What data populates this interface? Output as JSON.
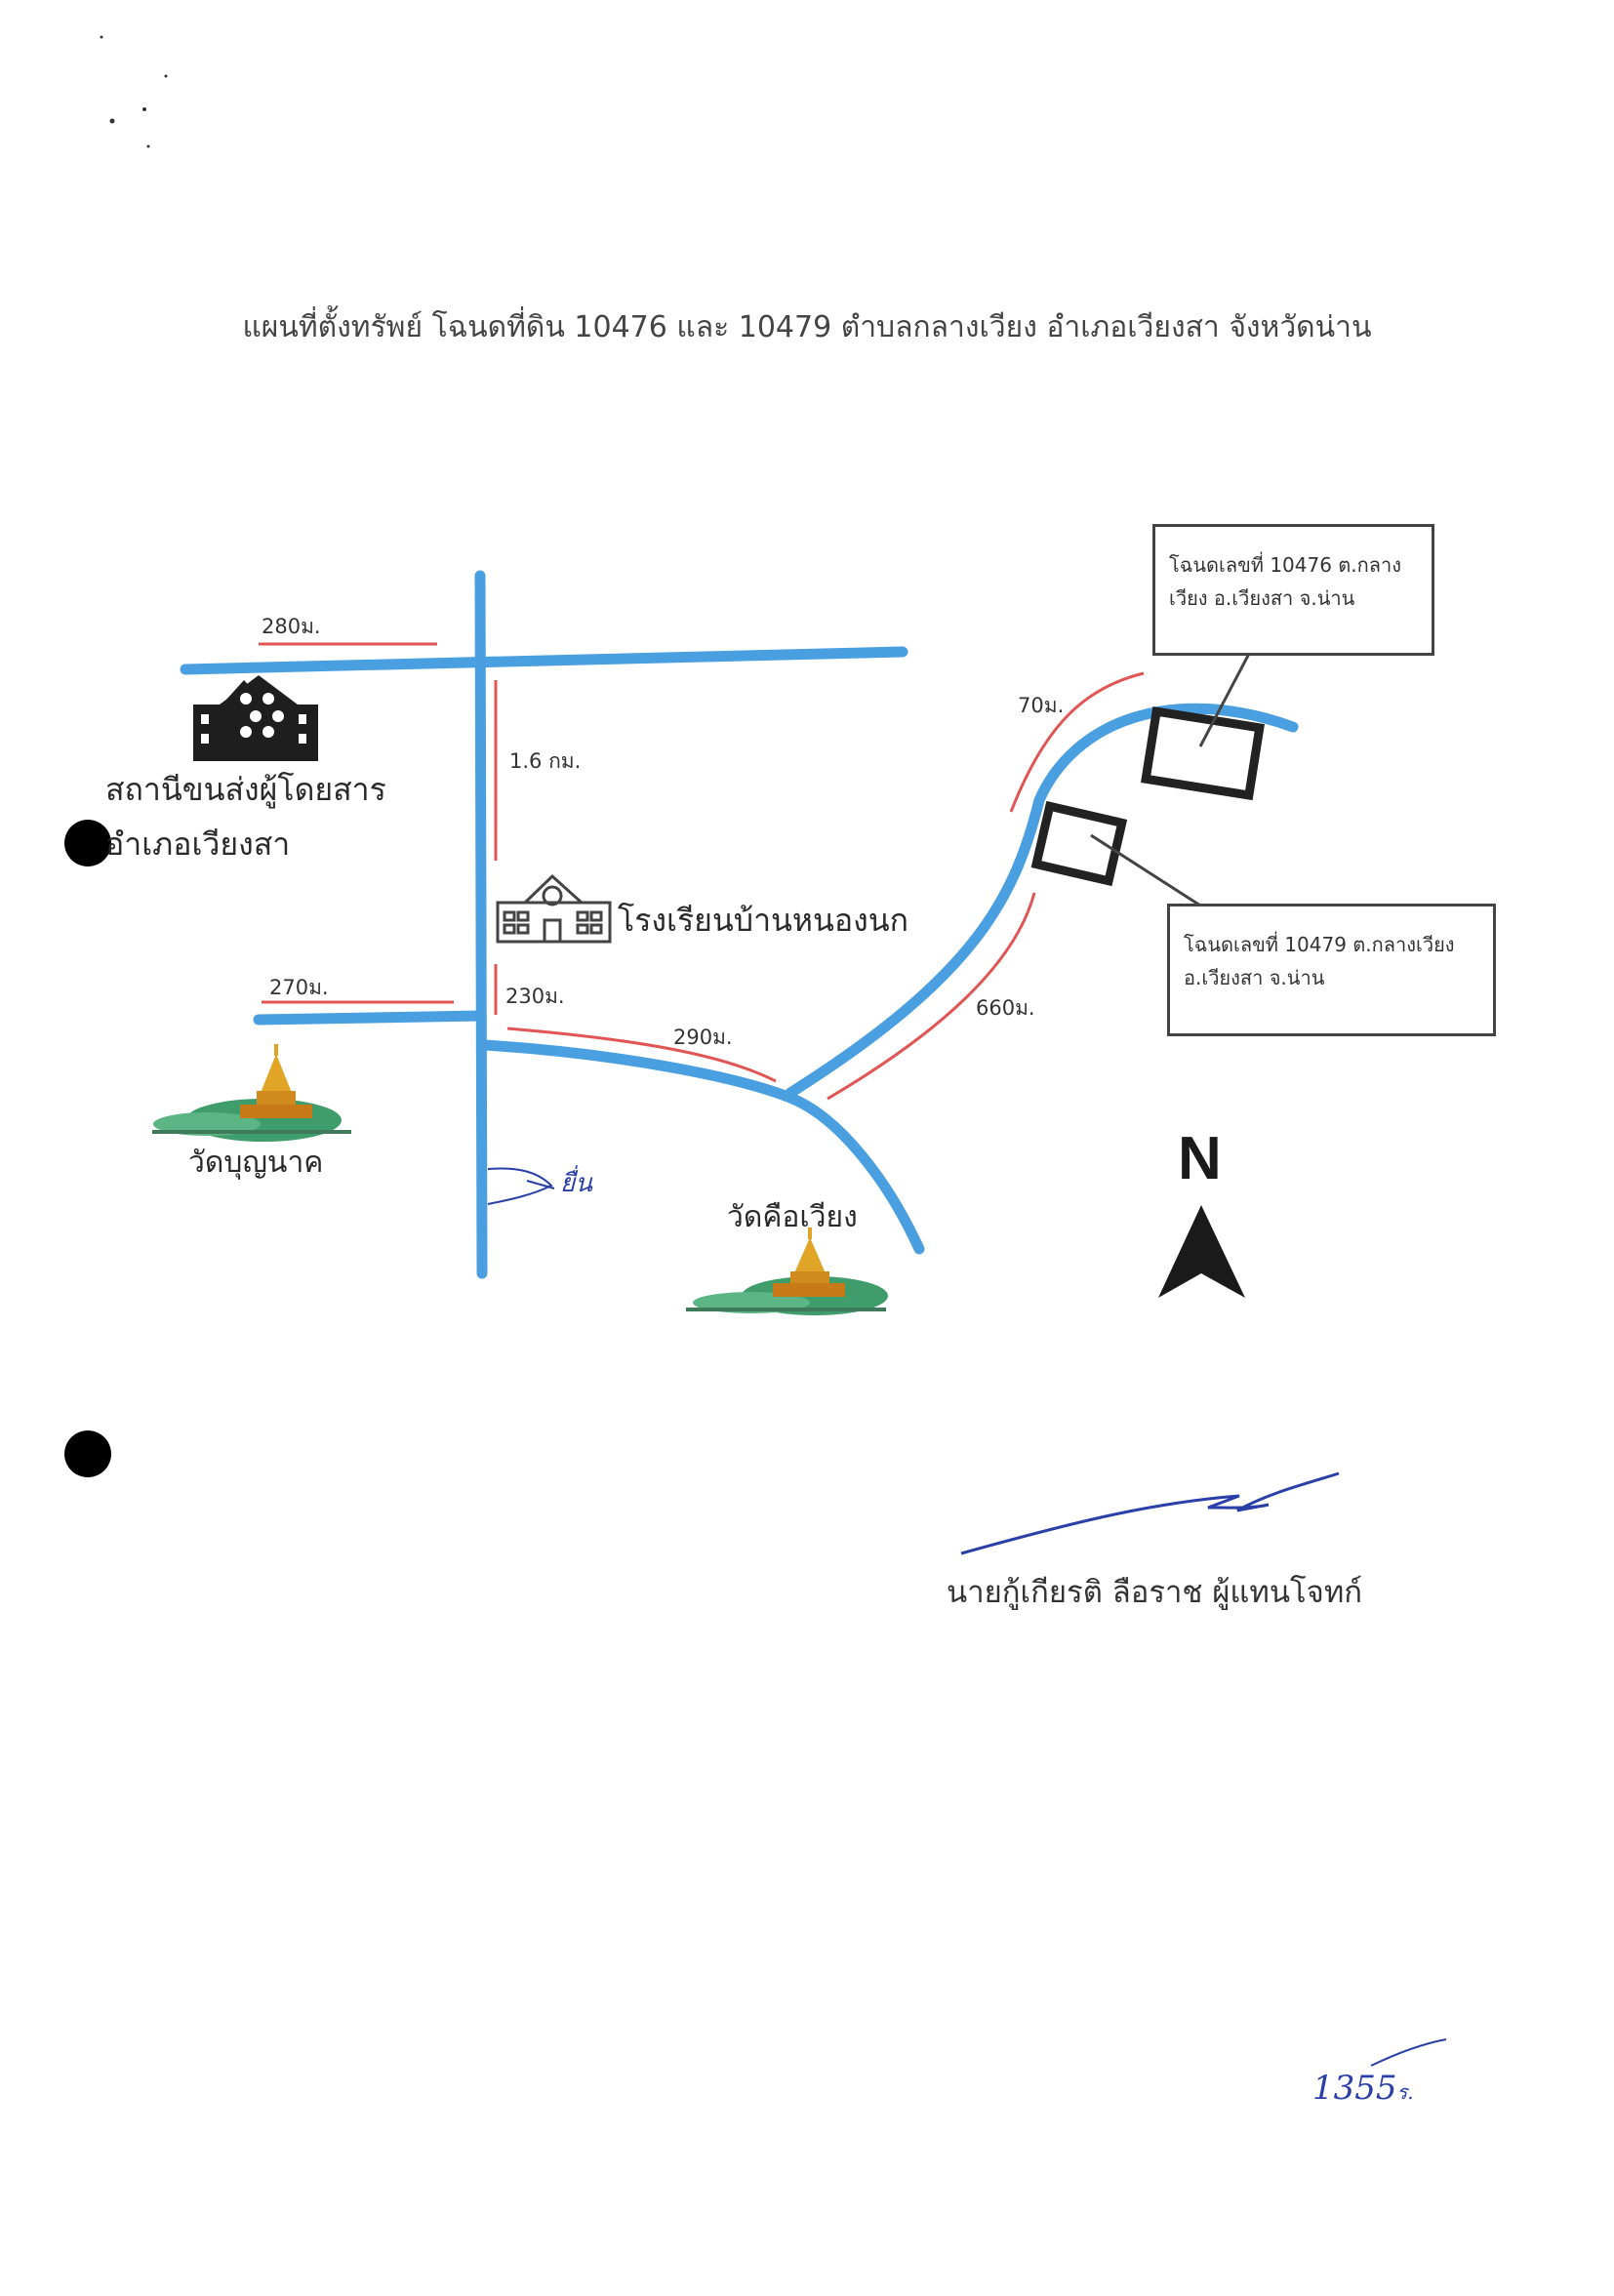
{
  "title": "แผนที่ตั้งทรัพย์ โฉนดที่ดิน 10476 และ 10479 ตำบลกลางเวียง อำเภอเวียงสา จังหวัดน่าน",
  "distances": {
    "d280": "280ม.",
    "d1_6km": "1.6 กม.",
    "d270": "270ม.",
    "d230": "230ม.",
    "d290": "290ม.",
    "d70": "70ม.",
    "d660": "660ม."
  },
  "landmarks": {
    "bus_station_line1": "สถานีขนส่งผู้โดยสาร",
    "bus_station_line2": "อำเภอเวียงสา",
    "school": "โรงเรียนบ้านหนองนก",
    "temple_boonnak": "วัดบุญนาค",
    "temple_khuewiang": "วัดคือเวียง"
  },
  "plots": {
    "plot_10476_line1": "โฉนดเลขที่ 10476 ต.กลาง",
    "plot_10476_line2": "เวียง อ.เวียงสา จ.น่าน",
    "plot_10479_line1": "โฉนดเลขที่ 10479 ต.กลางเวียง",
    "plot_10479_line2": "อ.เวียงสา จ.น่าน"
  },
  "compass": {
    "label": "N"
  },
  "signature": {
    "name": "นายกู้เกียรติ ลือราช ผู้แทนโจทก์"
  },
  "handwritten": {
    "margin_note": "ยื่น",
    "page_number": "1355",
    "page_suffix": "ร."
  },
  "colors": {
    "road": "#4a9fe0",
    "distance_line": "#e25555",
    "plot_border": "#222222",
    "ink": "#2a3fa8",
    "temple_gold": "#e0a526",
    "hill_green": "#3f9c6b"
  }
}
